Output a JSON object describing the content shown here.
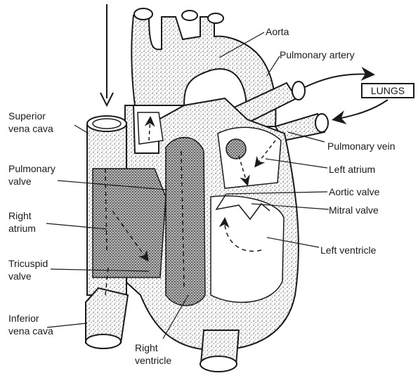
{
  "labels": {
    "aorta": "Aorta",
    "pulmonary_artery": "Pulmonary artery",
    "lungs": "LUNGS",
    "superior_vena_cava_1": "Superior",
    "superior_vena_cava_2": "vena cava",
    "pulmonary_vein": "Pulmonary vein",
    "pulmonary_valve_1": "Pulmonary",
    "pulmonary_valve_2": "valve",
    "left_atrium": "Left atrium",
    "aortic_valve": "Aortic valve",
    "right_atrium_1": "Right",
    "right_atrium_2": "atrium",
    "mitral_valve": "Mitral valve",
    "left_ventricle": "Left ventricle",
    "tricuspid_valve_1": "Tricuspid",
    "tricuspid_valve_2": "valve",
    "inferior_vena_cava_1": "Inferior",
    "inferior_vena_cava_2": "vena cava",
    "right_ventricle_1": "Right",
    "right_ventricle_2": "ventricle"
  },
  "colors": {
    "ink": "#1a1a1a",
    "stipple": "#444444",
    "background": "#ffffff"
  }
}
